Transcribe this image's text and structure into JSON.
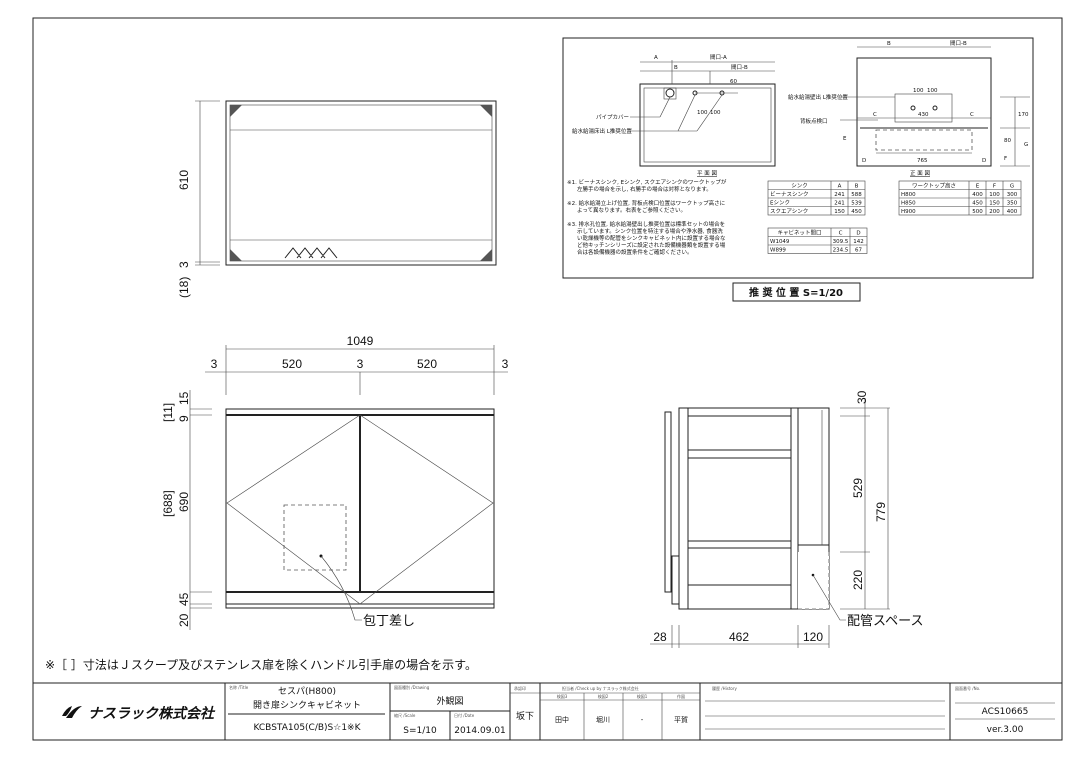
{
  "elevation_top": {
    "dims": {
      "height": "610",
      "gap": "3",
      "bracket": "(18)"
    }
  },
  "front_view": {
    "dims": {
      "total_width": "1049",
      "left_gap": "3",
      "door_left": "520",
      "center_gap": "3",
      "door_right": "520",
      "right_gap": "3",
      "top_15": "15",
      "top_9": "9",
      "top_bracket": "[11]",
      "door_height": "690",
      "door_bracket": "[688]",
      "kick_45": "45",
      "bottom_20": "20"
    },
    "label_knife": "包丁差し"
  },
  "side_view": {
    "dims": {
      "top": "30",
      "upper": "529",
      "total": "779",
      "lower": "220",
      "door": "28",
      "depth": "462",
      "space": "120"
    },
    "label_piping": "配管スペース"
  },
  "recommended": {
    "plan": {
      "title": "平 面 図",
      "labels": {
        "a": "A",
        "opening_a": "間口-A",
        "b": "B",
        "opening_b": "間口-B",
        "d60": "60",
        "d100a": "100",
        "d100b": "100",
        "pipe_cover": "パイプカバー",
        "floor_outlet": "給水給湯床出 L推奨位置"
      }
    },
    "elev": {
      "title": "正 面 図",
      "labels": {
        "b": "B",
        "opening_b": "間口-B",
        "d100a": "100",
        "d100b": "100",
        "d430": "430",
        "c1": "C",
        "c2": "C",
        "wall_outlet": "給水給湯壁出 L推奨位置",
        "inspection": "背板点検口",
        "d765": "765",
        "d1": "D",
        "d2": "D",
        "d170": "170",
        "e": "E",
        "f": "F",
        "g": "G",
        "d80": "80"
      }
    },
    "notes": [
      [
        "※1. ビーナスシンク, Eシンク, スクエアシンクのワークトップが",
        "左勝手の場合を示し, 右勝手の場合は対称となります。"
      ],
      [
        "※2. 給水給湯立上げ位置, 背板点検口位置はワークトップ高さに",
        "よって異なります。右表をご参照ください。"
      ],
      [
        "※3. 排水孔位置, 給水給湯壁出し推奨位置は標準セットの場合を",
        "示しています。シンク位置を特注する場合や浄水器, 食器洗",
        "い乾燥機等の配管をシンクキャビネット内に設置する場合な",
        "ど他キッチンシリーズに設定された設備機器類を設置する場",
        "合は各設備機器の設置条件をご確認ください。"
      ]
    ],
    "sink_table": {
      "headers": [
        "シンク",
        "A",
        "B"
      ],
      "rows": [
        [
          "ビーナスシンク",
          "241",
          "588"
        ],
        [
          "Eシンク",
          "241",
          "539"
        ],
        [
          "スクエアシンク",
          "150",
          "450"
        ]
      ]
    },
    "cabinet_table": {
      "headers": [
        "キャビネット間口",
        "C",
        "D"
      ],
      "rows": [
        [
          "W1049",
          "309.5",
          "142"
        ],
        [
          "W899",
          "234.5",
          "67"
        ]
      ]
    },
    "height_table": {
      "headers": [
        "ワークトップ高さ",
        "E",
        "F",
        "G"
      ],
      "rows": [
        [
          "H800",
          "400",
          "100",
          "300"
        ],
        [
          "H850",
          "450",
          "150",
          "350"
        ],
        [
          "H900",
          "500",
          "200",
          "400"
        ]
      ]
    },
    "caption": "推 奨 位 置 S=1/20"
  },
  "footnote": "※［ ］寸法はＪスクープ及びステンレス扉を除くハンドル引手扉の場合を示す。",
  "title_block": {
    "company": "ナスラック株式会社",
    "title_label": "名称 /Title",
    "title_line1": "セスパ(H800)",
    "title_line2": "開き扉シンクキャビネット",
    "model": "KCBSTA105(C/B)S☆1※K",
    "drawing_label": "図面種別 /Drawing",
    "drawing_type": "外観図",
    "scale_label": "縮尺 /Scale",
    "scale": "S=1/10",
    "date_label": "日付 /Date",
    "date": "2014.09.01",
    "approver_label": "承認印",
    "approver": "坂下",
    "checker_label": "担当者 /Check up by ナスラック株式会社",
    "checker_cols": [
      "検図3",
      "検図2",
      "検図1",
      "作図"
    ],
    "checkers": [
      "田中",
      "堀川",
      "-",
      "平賀"
    ],
    "history_label": "履歴 /History",
    "number_label": "図面番号 /No.",
    "number": "ACS10665",
    "version": "ver.3.00"
  }
}
